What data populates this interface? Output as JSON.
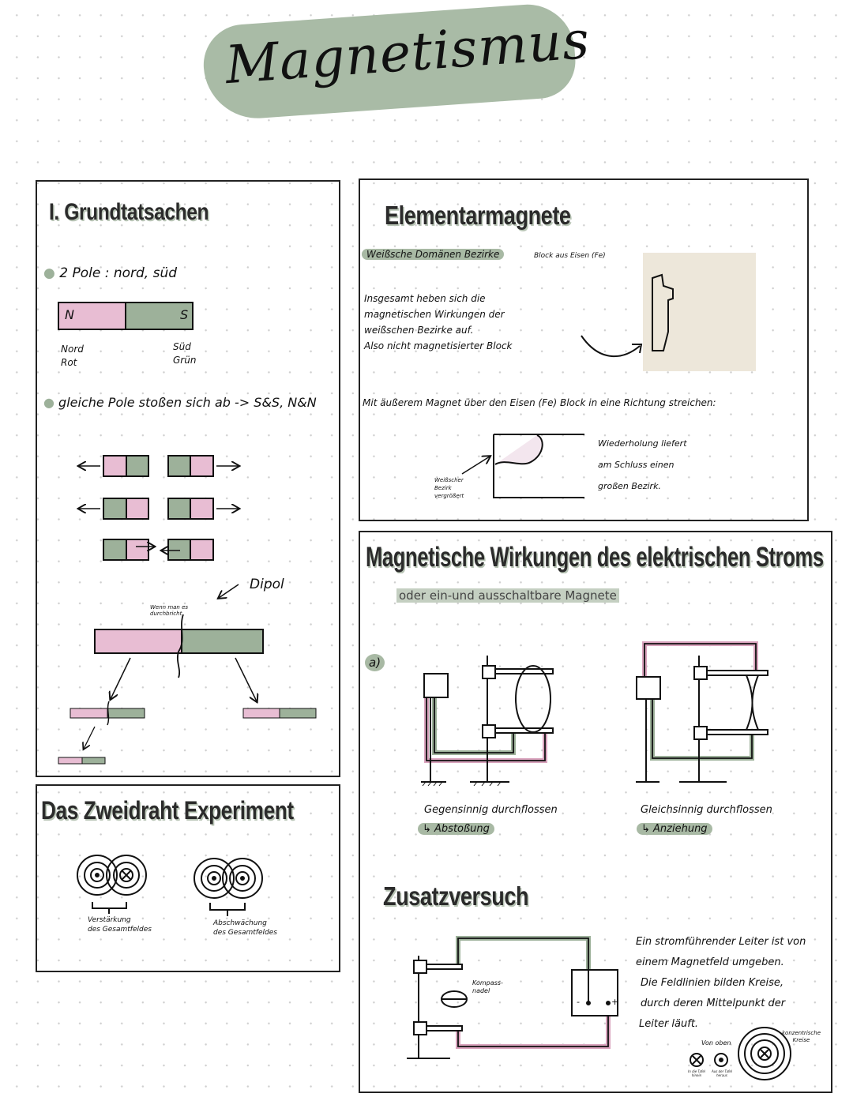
{
  "title": "Magnetismus",
  "colors": {
    "north": "#e8bdd3",
    "south": "#9db19a",
    "highlight": "#a8b9a4"
  },
  "grundtatsachen": {
    "heading": "I. Grundtatsachen",
    "bullet_poles": "2 Pole : nord, süd",
    "magnet_n": "N",
    "magnet_s": "S",
    "label_nord": "Nord",
    "label_rot": "Rot",
    "label_sued": "Süd",
    "label_gruen": "Grün",
    "bullet_repel": "gleiche Pole stoßen sich ab -> S&S, N&N",
    "dipol": "Dipol",
    "break_note": "Wenn man es durchbricht"
  },
  "zweidraht": {
    "heading": "Das Zweidraht Experiment",
    "left_caption_1": "Verstärkung",
    "left_caption_2": "des Gesamtfeldes",
    "right_caption_1": "Abschwächung",
    "right_caption_2": "des Gesamtfeldes"
  },
  "elementar": {
    "heading": "Elementarmagnete",
    "highlight": "Weißsche Domänen Bezirke",
    "block": "Block aus Eisen (Fe)",
    "para": [
      "Insgesamt heben sich die",
      "magnetischen Wirkungen der",
      "weißschen Bezirke auf.",
      "Also nicht magnetisierter Block"
    ],
    "stroke": "Mit äußerem Magnet über den Eisen (Fe) Block in eine Richtung streichen:",
    "enlarged": [
      "Weißscher",
      "Bezirk",
      "vergrößert"
    ],
    "repeat": [
      "Wiederholung liefert",
      "am Schluss einen",
      "großen Bezirk."
    ]
  },
  "wirkungen": {
    "heading": "Magnetische Wirkungen des elektrischen Stroms",
    "subtitle": "oder ein-und ausschaltbare Magnete",
    "part_a": "a)",
    "left_caption": "Gegensinnig durchflossen",
    "left_result": "↳ Abstoßung",
    "right_caption": "Gleichsinnig durchflossen",
    "right_result": "↳ Anziehung"
  },
  "zusatz": {
    "heading": "Zusatzversuch",
    "kompass": [
      "Kompass-",
      "nadel"
    ],
    "battery_minus": "-",
    "battery_plus": "+",
    "text": [
      "Ein stromführender Leiter ist von",
      "einem Magnetfeld umgeben.",
      "Die Feldlinien bilden Kreise,",
      "durch deren Mittelpunkt der",
      "Leiter läuft."
    ],
    "von_oben": "Von oben",
    "konzentrisch": [
      "konzentrische",
      "Kreise"
    ],
    "into": "In die Tafel hinein",
    "out": "Aus der Tafel heraus"
  }
}
